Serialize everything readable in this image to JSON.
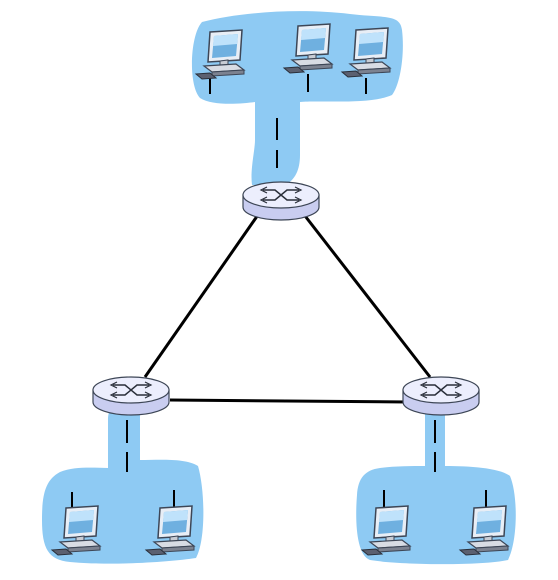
{
  "diagram": {
    "type": "network-topology",
    "routers": [
      {
        "id": "r-top",
        "icon": "router-icon"
      },
      {
        "id": "r-left",
        "icon": "router-icon"
      },
      {
        "id": "r-right",
        "icon": "router-icon"
      }
    ],
    "links": [
      {
        "from": "r-top",
        "to": "r-left"
      },
      {
        "from": "r-top",
        "to": "r-right"
      },
      {
        "from": "r-left",
        "to": "r-right"
      }
    ],
    "subnets": [
      {
        "id": "subnet-top",
        "router": "r-top",
        "hosts": 3,
        "host_icon": "desktop-computer-icon",
        "color": "#8ecaf3"
      },
      {
        "id": "subnet-left",
        "router": "r-left",
        "hosts": 2,
        "host_icon": "desktop-computer-icon",
        "color": "#8ecaf3"
      },
      {
        "id": "subnet-right",
        "router": "r-right",
        "hosts": 2,
        "host_icon": "desktop-computer-icon",
        "color": "#8ecaf3"
      }
    ],
    "colors": {
      "subnet_fill": "#8ecaf3",
      "router_body": "#d9dcf5",
      "router_top": "#eef0ff",
      "link": "#000000"
    }
  }
}
